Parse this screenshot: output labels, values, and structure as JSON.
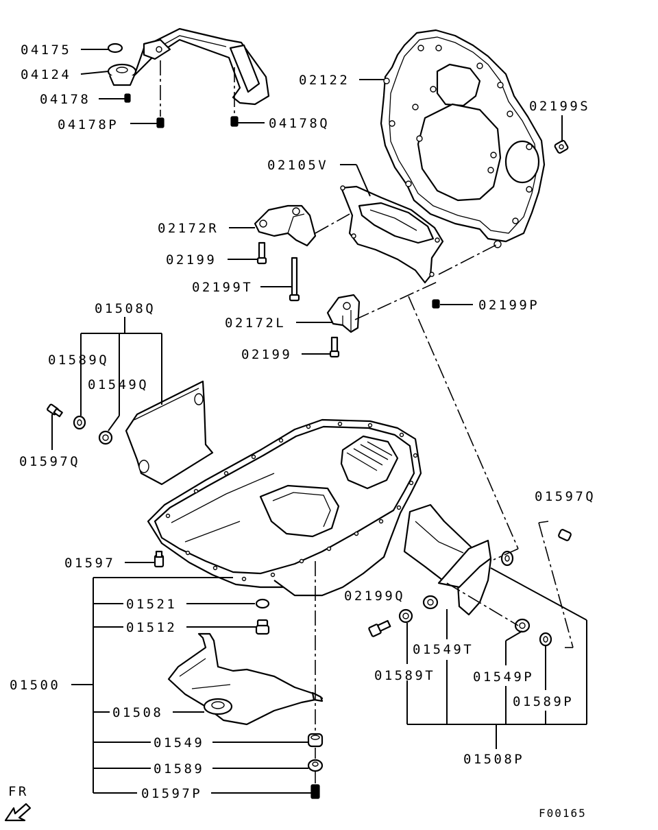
{
  "labels": {
    "p04175": "04175",
    "p04124": "04124",
    "p04178": "04178",
    "p04178P": "04178P",
    "p04178Q": "04178Q",
    "p02122": "02122",
    "p02199S": "02199S",
    "p02105V": "02105V",
    "p02172R": "02172R",
    "p02199a": "02199",
    "p02199T": "02199T",
    "p02199P": "02199P",
    "p02172L": "02172L",
    "p02199b": "02199",
    "p01508Q": "01508Q",
    "p01589Q": "01589Q",
    "p01549Q": "01549Q",
    "p01597Q_left": "01597Q",
    "p01597Q_right": "01597Q",
    "p01597": "01597",
    "p01521": "01521",
    "p01512": "01512",
    "p01500": "01500",
    "p01508": "01508",
    "p01549": "01549",
    "p01589": "01589",
    "p01597P": "01597P",
    "p02199Q": "02199Q",
    "p01549T": "01549T",
    "p01589T": "01589T",
    "p01549P": "01549P",
    "p01589P": "01589P",
    "p01508P": "01508P"
  },
  "direction_marker": "FR",
  "figure_code": "F00165"
}
